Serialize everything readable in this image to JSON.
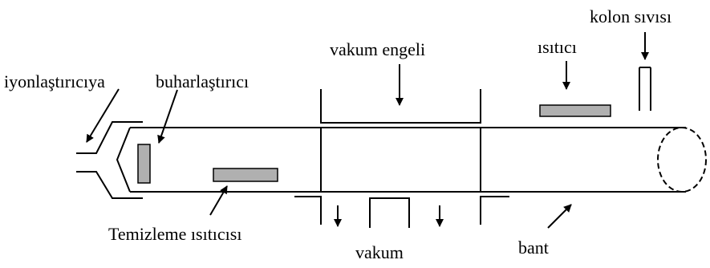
{
  "labels": {
    "ionizer": "iyonlaştırıcıya",
    "evaporator": "buharlaştırıcı",
    "vacuum_barrier": "vakum engeli",
    "heater": "ısıtıcı",
    "column_liquid": "kolon sıvısı",
    "cleaning_heater": "Temizleme ısıtıcısı",
    "vacuum": "vakum",
    "belt": "bant"
  },
  "colors": {
    "line": "#000000",
    "component_fill": "#b0b0b0",
    "background": "#ffffff"
  }
}
